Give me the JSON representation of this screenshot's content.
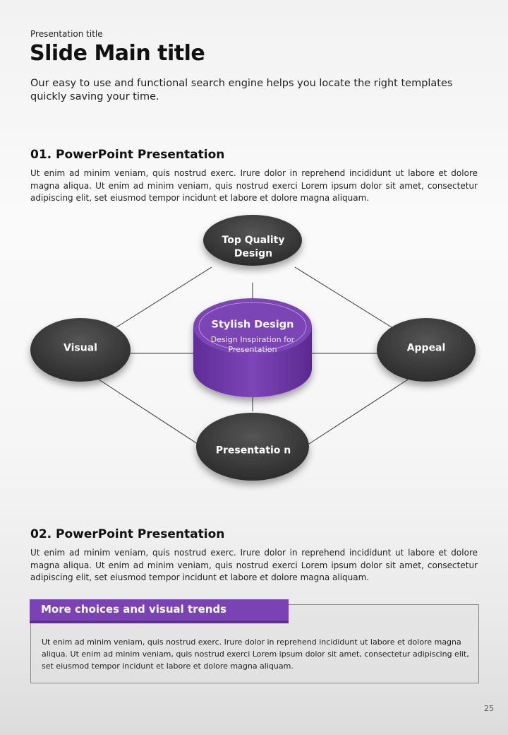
{
  "header": {
    "presentation_title": "Presentation title",
    "main_title": "Slide Main title",
    "subtitle": "Our easy to use and functional search engine helps you locate the right templates quickly saving your time."
  },
  "section1": {
    "heading": "01. PowerPoint Presentation",
    "body": "Ut enim ad minim veniam, quis nostrud exerc. Irure dolor in reprehend incididunt ut labore et dolore magna aliqua. Ut enim ad minim veniam, quis nostrud exerci  Lorem ipsum dolor sit amet, consectetur adipiscing elit, set eiusmod tempor incidunt et labore et dolore magna aliquam."
  },
  "diagram": {
    "center_title": "Stylish Design",
    "center_subtitle": "Design Inspiration for Presentation",
    "top": "Top Quality Design",
    "left": "Visual",
    "right": "Appeal",
    "bottom": "Presentatio n",
    "accent": "#7a42b3",
    "node_color": "#3d3d3d"
  },
  "section2": {
    "heading": "02. PowerPoint Presentation",
    "body": "Ut enim ad minim veniam, quis nostrud exerc. Irure dolor in reprehend incididunt ut labore et dolore magna aliqua. Ut enim ad minim veniam, quis nostrud exerci  Lorem ipsum dolor sit amet, consectetur adipiscing elit, set eiusmod tempor incidunt et labore et dolore magna aliquam."
  },
  "callout": {
    "title": "More choices and visual trends",
    "body": "Ut enim ad minim veniam, quis nostrud exerc. Irure dolor in reprehend incididunt ut labore et dolore magna aliqua. Ut enim ad minim veniam, quis nostrud exerci  Lorem ipsum dolor sit amet, consectetur adipiscing elit, set eiusmod tempor incidunt et labore et dolore magna aliquam."
  },
  "page_number": "25"
}
